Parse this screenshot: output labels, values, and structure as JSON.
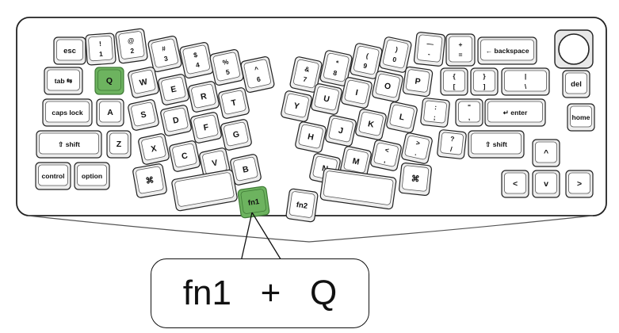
{
  "colors": {
    "highlight": "#6db35f",
    "highlight_border": "#3f7a36",
    "key_face": "#ffffff",
    "key_base": "#eeeeee",
    "case_outline": "#222222"
  },
  "icon": "rotary-knob-icon",
  "highlighted_keys": [
    "q",
    "fn1"
  ],
  "callout": {
    "fn": "fn1",
    "plus": "+",
    "key": "Q"
  },
  "keys": [
    {
      "id": "esc",
      "lines": [
        "esc"
      ]
    },
    {
      "id": "1",
      "lines": [
        "!",
        "1"
      ]
    },
    {
      "id": "2",
      "lines": [
        "@",
        "2"
      ]
    },
    {
      "id": "3",
      "lines": [
        "#",
        "3"
      ]
    },
    {
      "id": "4",
      "lines": [
        "$",
        "4"
      ]
    },
    {
      "id": "5",
      "lines": [
        "%",
        "5"
      ]
    },
    {
      "id": "6",
      "lines": [
        "^",
        "6"
      ]
    },
    {
      "id": "tab",
      "lines": [
        "tab ⇆"
      ]
    },
    {
      "id": "q",
      "lines": [
        "Q"
      ]
    },
    {
      "id": "w",
      "lines": [
        "W"
      ]
    },
    {
      "id": "e",
      "lines": [
        "E"
      ]
    },
    {
      "id": "r",
      "lines": [
        "R"
      ]
    },
    {
      "id": "t",
      "lines": [
        "T"
      ]
    },
    {
      "id": "capslock",
      "lines": [
        "caps lock"
      ]
    },
    {
      "id": "a",
      "lines": [
        "A"
      ]
    },
    {
      "id": "s",
      "lines": [
        "S"
      ]
    },
    {
      "id": "d",
      "lines": [
        "D"
      ]
    },
    {
      "id": "f",
      "lines": [
        "F"
      ]
    },
    {
      "id": "g",
      "lines": [
        "G"
      ]
    },
    {
      "id": "lshift",
      "lines": [
        "⇧ shift"
      ]
    },
    {
      "id": "z",
      "lines": [
        "Z"
      ]
    },
    {
      "id": "x",
      "lines": [
        "X"
      ]
    },
    {
      "id": "c",
      "lines": [
        "C"
      ]
    },
    {
      "id": "v",
      "lines": [
        "V"
      ]
    },
    {
      "id": "b",
      "lines": [
        "B"
      ]
    },
    {
      "id": "control",
      "lines": [
        "control"
      ]
    },
    {
      "id": "option",
      "lines": [
        "option"
      ]
    },
    {
      "id": "cmd-left",
      "lines": [
        "⌘"
      ]
    },
    {
      "id": "space-left",
      "lines": [
        ""
      ]
    },
    {
      "id": "fn1",
      "lines": [
        "fn1"
      ]
    },
    {
      "id": "7",
      "lines": [
        "&",
        "7"
      ]
    },
    {
      "id": "8",
      "lines": [
        "*",
        "8"
      ]
    },
    {
      "id": "9",
      "lines": [
        "(",
        "9"
      ]
    },
    {
      "id": "0",
      "lines": [
        ")",
        "0"
      ]
    },
    {
      "id": "minus",
      "lines": [
        "—",
        "-"
      ]
    },
    {
      "id": "equal",
      "lines": [
        "+",
        "="
      ]
    },
    {
      "id": "backspace",
      "lines": [
        "← backspace"
      ]
    },
    {
      "id": "y",
      "lines": [
        "Y"
      ]
    },
    {
      "id": "u",
      "lines": [
        "U"
      ]
    },
    {
      "id": "i",
      "lines": [
        "I"
      ]
    },
    {
      "id": "o",
      "lines": [
        "O"
      ]
    },
    {
      "id": "p",
      "lines": [
        "P"
      ]
    },
    {
      "id": "lbracket",
      "lines": [
        "{",
        "["
      ]
    },
    {
      "id": "rbracket",
      "lines": [
        "}",
        "]"
      ]
    },
    {
      "id": "backslash",
      "lines": [
        "|",
        "\\"
      ]
    },
    {
      "id": "h",
      "lines": [
        "H"
      ]
    },
    {
      "id": "j",
      "lines": [
        "J"
      ]
    },
    {
      "id": "k",
      "lines": [
        "K"
      ]
    },
    {
      "id": "l",
      "lines": [
        "L"
      ]
    },
    {
      "id": "semicolon",
      "lines": [
        ":",
        ";"
      ]
    },
    {
      "id": "quote",
      "lines": [
        "\"",
        ","
      ]
    },
    {
      "id": "enter",
      "lines": [
        "↵ enter"
      ]
    },
    {
      "id": "n",
      "lines": [
        "N"
      ]
    },
    {
      "id": "m",
      "lines": [
        "M"
      ]
    },
    {
      "id": "comma",
      "lines": [
        "<",
        ","
      ]
    },
    {
      "id": "period",
      "lines": [
        ">",
        "."
      ]
    },
    {
      "id": "slash",
      "lines": [
        "?",
        "/"
      ]
    },
    {
      "id": "rshift",
      "lines": [
        "⇧ shift"
      ]
    },
    {
      "id": "fn2",
      "lines": [
        "fn2"
      ]
    },
    {
      "id": "space-right",
      "lines": [
        ""
      ]
    },
    {
      "id": "cmd-right",
      "lines": [
        "⌘"
      ]
    },
    {
      "id": "del",
      "lines": [
        "del"
      ]
    },
    {
      "id": "home",
      "lines": [
        "home"
      ]
    },
    {
      "id": "up",
      "lines": [
        "^"
      ]
    },
    {
      "id": "left",
      "lines": [
        "<"
      ]
    },
    {
      "id": "down",
      "lines": [
        "v"
      ]
    },
    {
      "id": "right",
      "lines": [
        ">"
      ]
    }
  ]
}
